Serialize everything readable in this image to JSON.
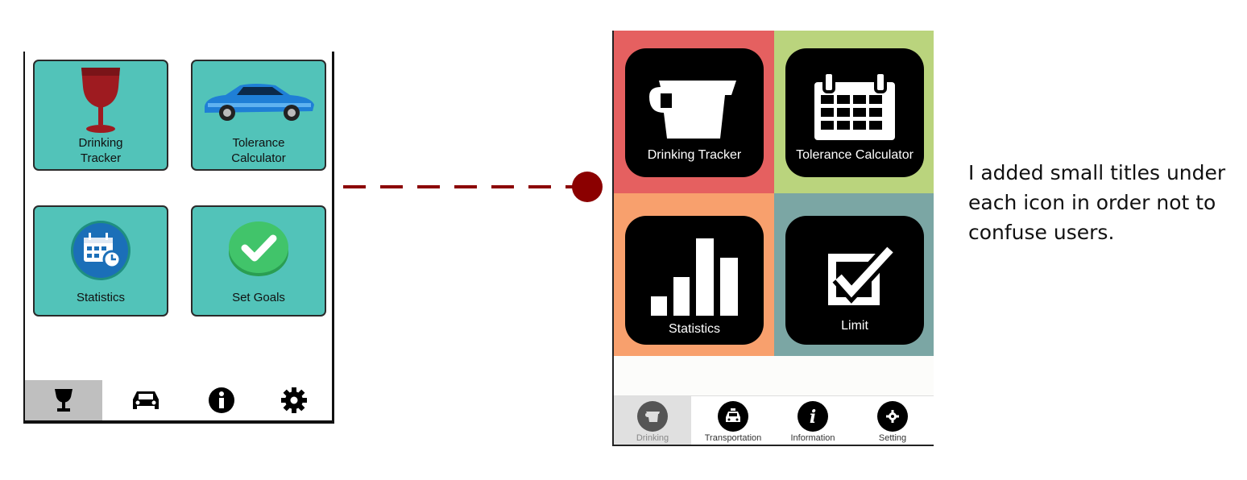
{
  "old_design": {
    "tiles": [
      {
        "label": "Drinking\nTracker",
        "icon": "wine-glass-icon"
      },
      {
        "label": "Tolerance\nCalculator",
        "icon": "car-icon"
      },
      {
        "label": "Statistics",
        "icon": "calendar-clock-icon"
      },
      {
        "label": "Set Goals",
        "icon": "checkmark-icon"
      }
    ],
    "nav": [
      "wine-glass-icon",
      "car-icon",
      "info-icon",
      "gear-icon"
    ],
    "colors": {
      "tile": "#52c3b9",
      "nav_selected": "#bfbfbf"
    }
  },
  "new_design": {
    "tiles": [
      {
        "label": "Drinking Tracker",
        "icon": "mug-icon",
        "color": "#e56060"
      },
      {
        "label": "Tolerance Calculator",
        "icon": "calendar-icon",
        "color": "#bad47d"
      },
      {
        "label": "Statistics",
        "icon": "bar-chart-icon",
        "color": "#f8a06d"
      },
      {
        "label": "Limit",
        "icon": "checkbox-icon",
        "color": "#7ba6a4"
      }
    ],
    "nav": [
      {
        "label": "Drinking",
        "icon": "mug-icon"
      },
      {
        "label": "Transportation",
        "icon": "taxi-icon"
      },
      {
        "label": "Information",
        "icon": "info-icon"
      },
      {
        "label": "Setting",
        "icon": "gear-icon"
      }
    ]
  },
  "connector_color": "#8b0000",
  "note": "I added small titles under each icon in order not to confuse users."
}
